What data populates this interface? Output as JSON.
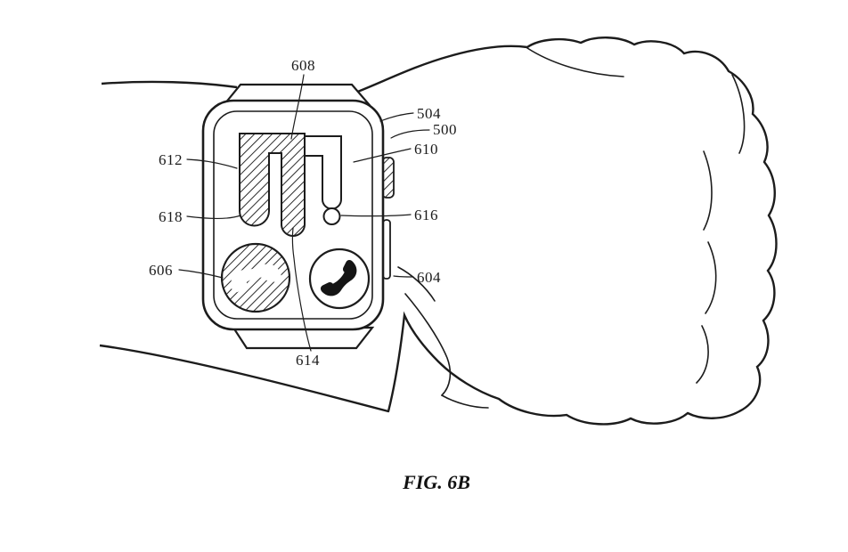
{
  "figure": {
    "caption": "FIG. 6B"
  },
  "labels": {
    "608": "608",
    "504": "504",
    "500": "500",
    "610": "610",
    "612": "612",
    "618": "618",
    "616": "616",
    "606": "606",
    "604": "604",
    "614": "614"
  },
  "icons": {
    "decline_call": "phone-hangup-icon",
    "accept_call": "phone-icon"
  },
  "colors": {
    "ink": "#1c1c1c",
    "paper": "#ffffff"
  }
}
